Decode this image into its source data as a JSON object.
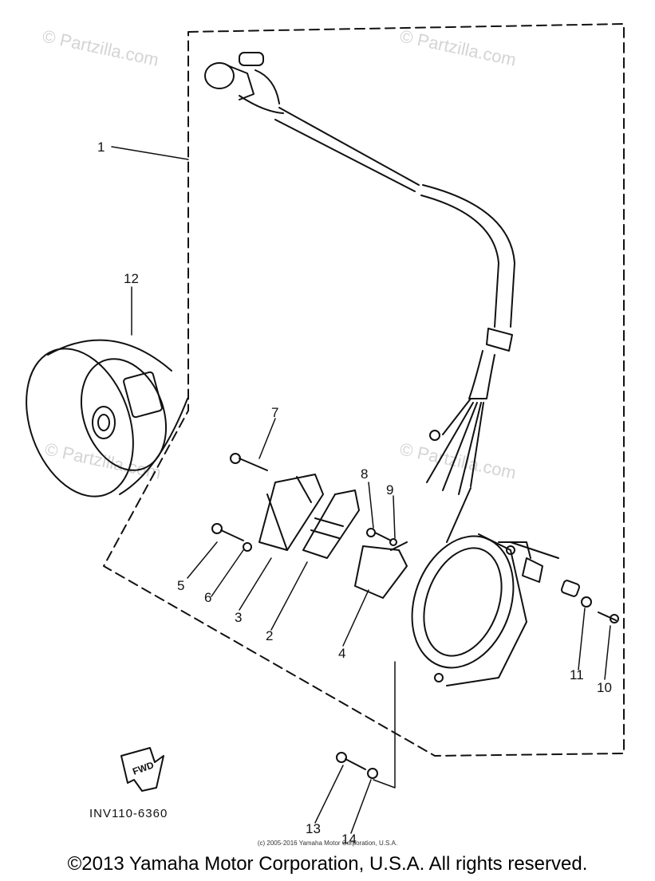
{
  "watermark": "© Partzilla.com",
  "callouts": [
    "1",
    "2",
    "3",
    "4",
    "5",
    "6",
    "7",
    "8",
    "9",
    "10",
    "11",
    "12",
    "13",
    "14"
  ],
  "fwd_label": "FWD",
  "drawing_ref": "INV110-6360",
  "fine_print": "(c) 2005-2016 Yamaha Motor Corporation, U.S.A.",
  "copyright": "©2013 Yamaha Motor Corporation, U.S.A. All rights reserved."
}
